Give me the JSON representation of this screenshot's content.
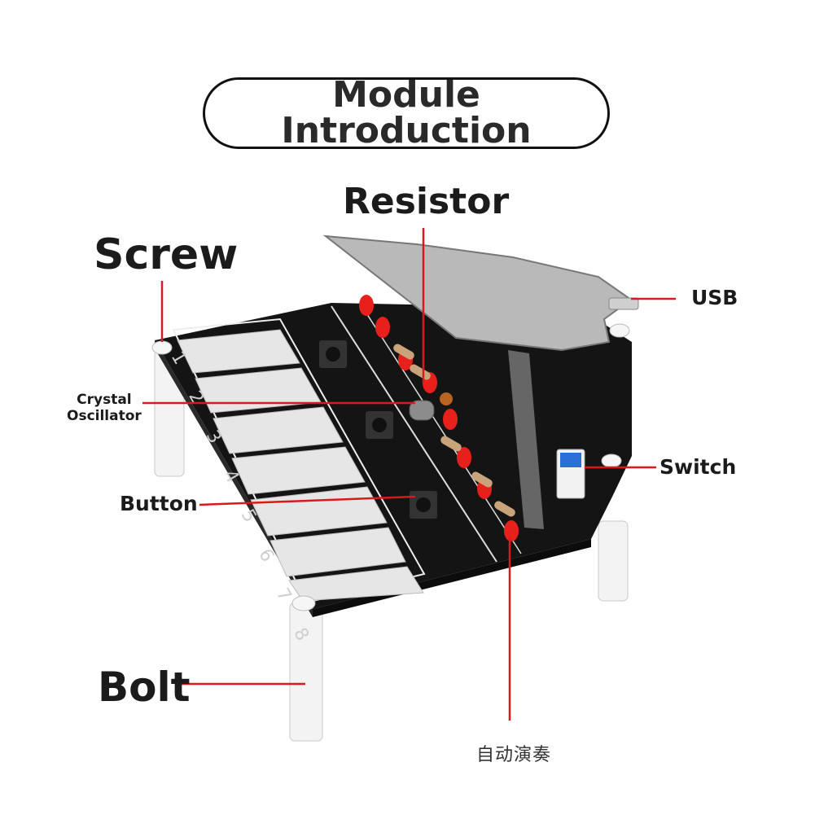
{
  "title": {
    "line1": "Module",
    "line2": "Introduction"
  },
  "labels": {
    "resistor": "Resistor",
    "screw": "Screw",
    "usb": "USB",
    "crystal_line1": "Crystal",
    "crystal_line2": "Oscillator",
    "button": "Button",
    "switch": "Switch",
    "bolt": "Bolt",
    "bottom_text": "自动演奏"
  },
  "key_numbers": [
    "1",
    "2",
    "3",
    "4",
    "5",
    "6",
    "7",
    "8"
  ],
  "colors": {
    "pcb": "#151515",
    "keys": "#e6e6e6",
    "led": "#e8201c",
    "leader_line": "#d9191c",
    "lid": "#b9b9b9",
    "switch": "#2d6fd8",
    "standoff": "#f2f2f2"
  }
}
